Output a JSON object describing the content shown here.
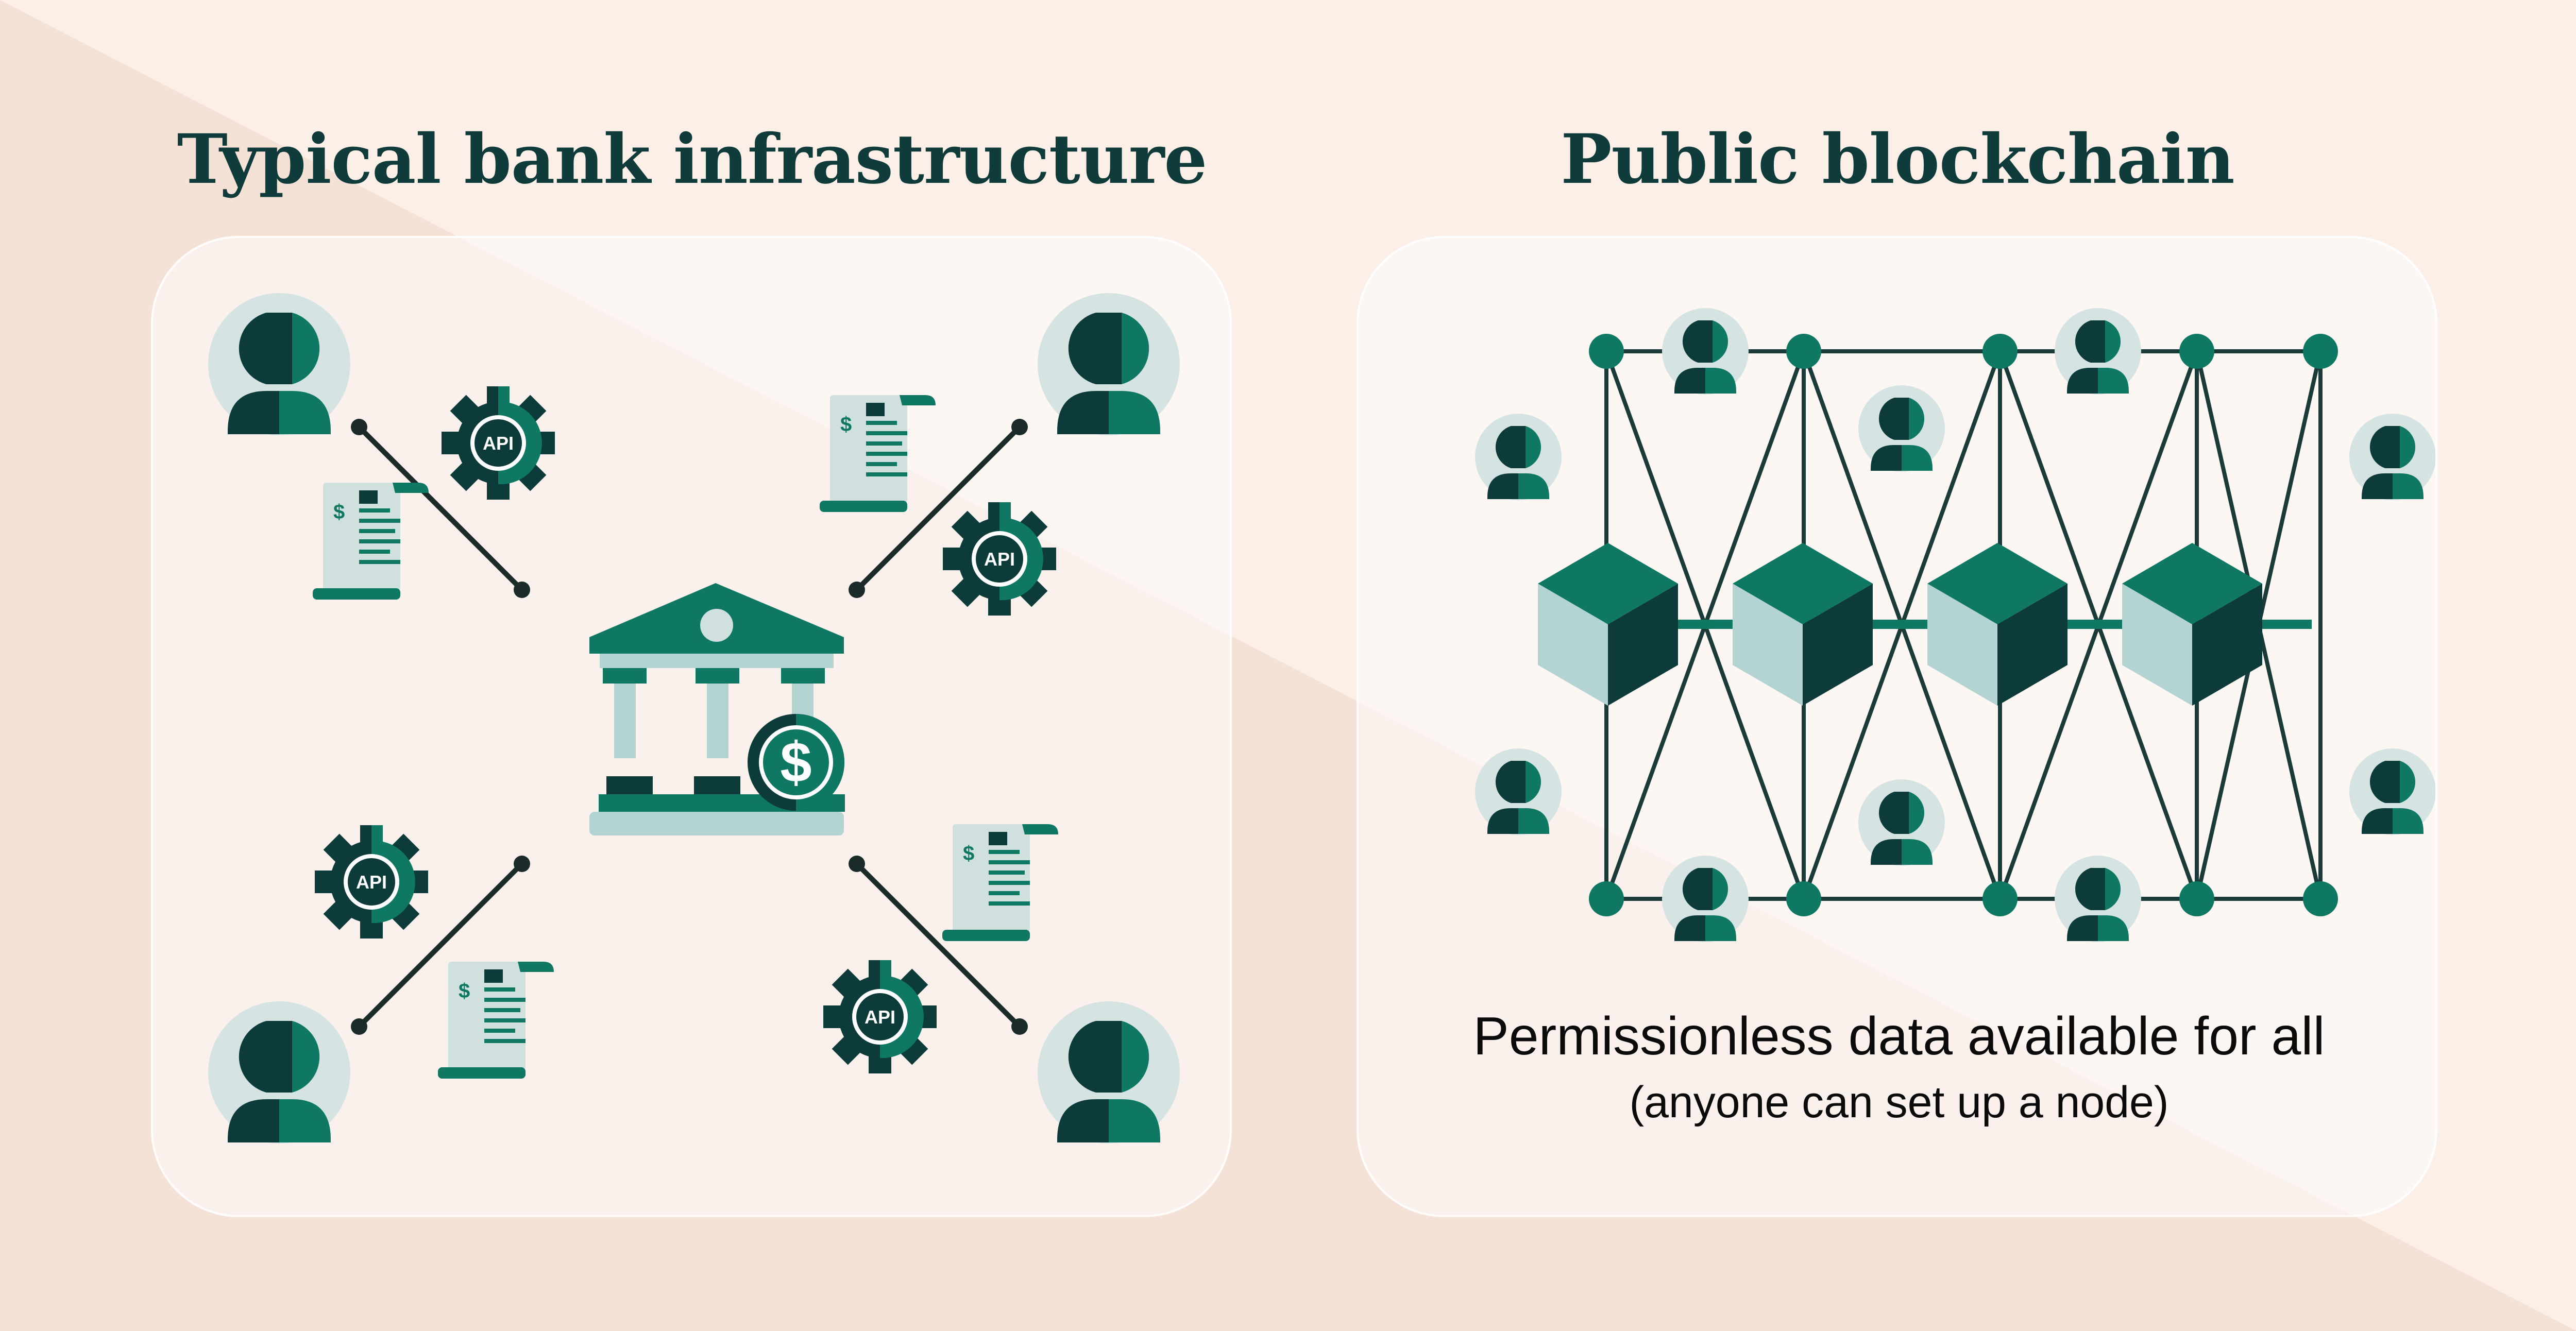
{
  "colors": {
    "background_light": "#fbefe7",
    "background_dark": "#f5e2d7",
    "title": "#0f3b3a",
    "green": "#0e7862",
    "dark_green": "#0c3b3a",
    "pale_teal": "#b3d4d2",
    "avatar_circle": "#d5e4e2",
    "line": "#1a2b2a"
  },
  "left_panel": {
    "title": "Typical bank infrastructure",
    "gear_label": "API",
    "bank_symbol": "$",
    "document_symbol": "$",
    "icons": [
      "user-icon",
      "gear-icon",
      "document-icon",
      "bank-icon"
    ]
  },
  "right_panel": {
    "title": "Public blockchain",
    "caption": "Permissionless data available for all",
    "subcaption": "(anyone can set up a node)",
    "icons": [
      "user-icon",
      "block-icon",
      "node-icon"
    ]
  }
}
